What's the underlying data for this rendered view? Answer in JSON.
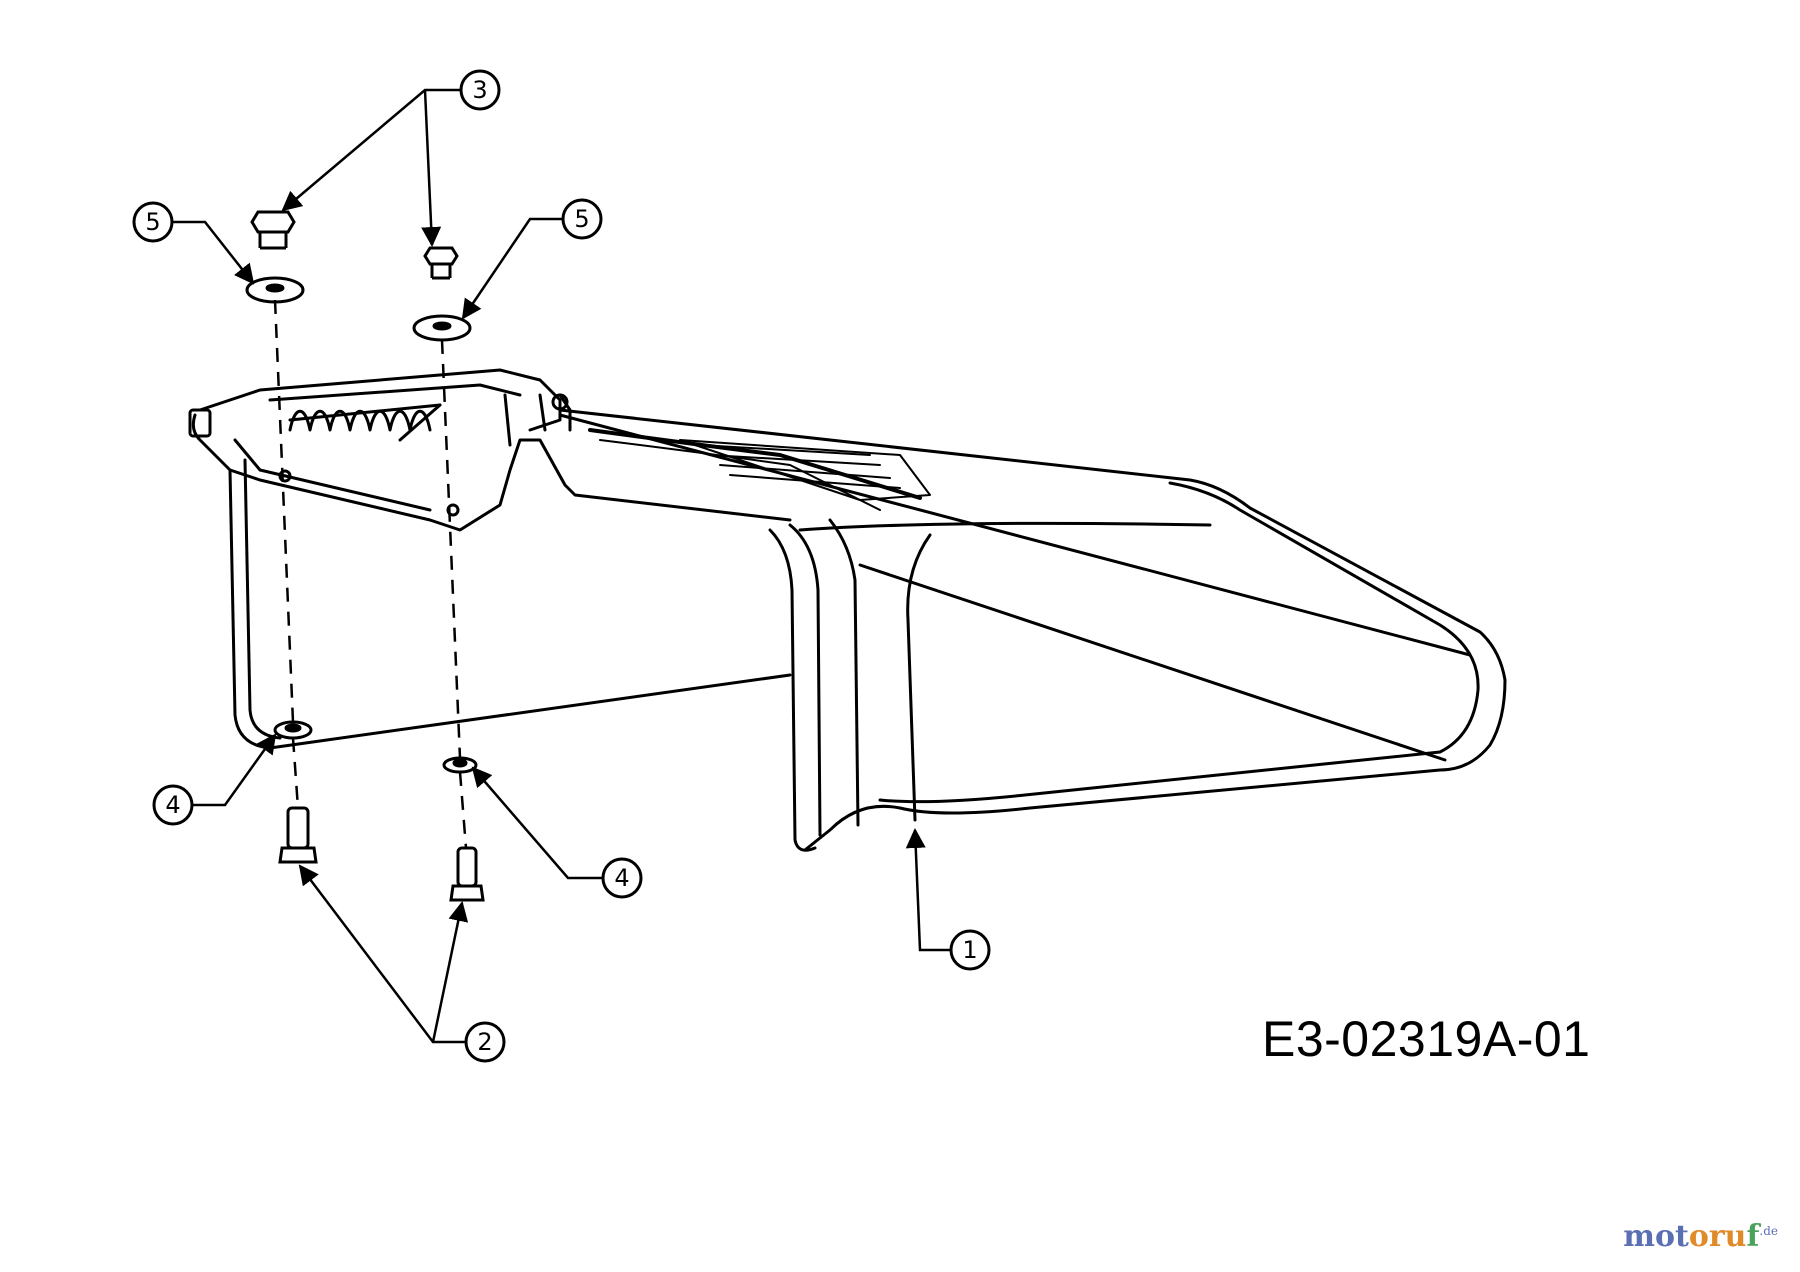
{
  "callouts": [
    {
      "id": "callout-1",
      "label": "1"
    },
    {
      "id": "callout-2",
      "label": "2"
    },
    {
      "id": "callout-3",
      "label": "3"
    },
    {
      "id": "callout-4a",
      "label": "4"
    },
    {
      "id": "callout-4b",
      "label": "4"
    },
    {
      "id": "callout-5a",
      "label": "5"
    },
    {
      "id": "callout-5b",
      "label": "5"
    }
  ],
  "drawing_code": "E3-02319A-01",
  "watermark": {
    "part_a": "mot",
    "part_b": "oru",
    "part_c": "f",
    "suffix": ".de"
  },
  "colors": {
    "line": "#000000",
    "background": "#ffffff",
    "watermark_blue": "#5b6fb3",
    "watermark_orange": "#e08a2a",
    "watermark_green": "#4aa35a"
  }
}
